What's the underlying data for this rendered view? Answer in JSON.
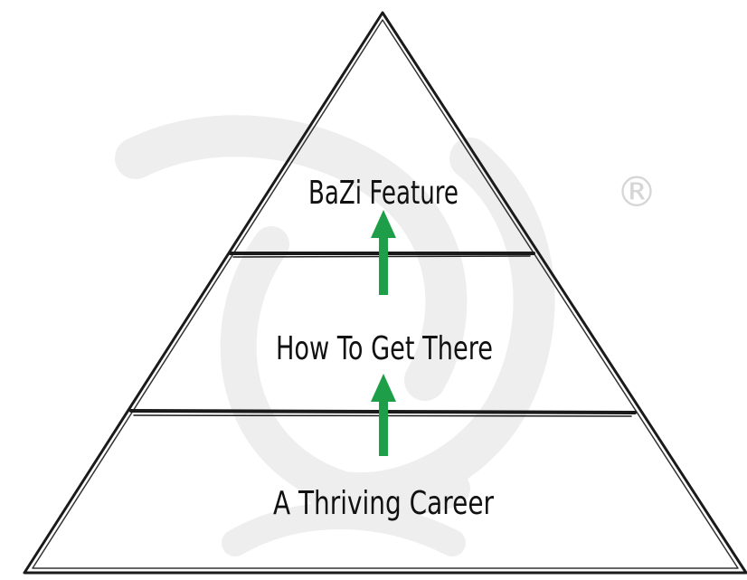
{
  "diagram": {
    "tiers": [
      {
        "label": "BaZi Feature"
      },
      {
        "label": "How To Get There"
      },
      {
        "label": "A Thriving Career"
      }
    ],
    "arrow_color": "#1e9e48",
    "outline_color": "#1a1a1a",
    "watermark": {
      "description": "faint grey monogram logo",
      "registered_mark": "®"
    }
  }
}
